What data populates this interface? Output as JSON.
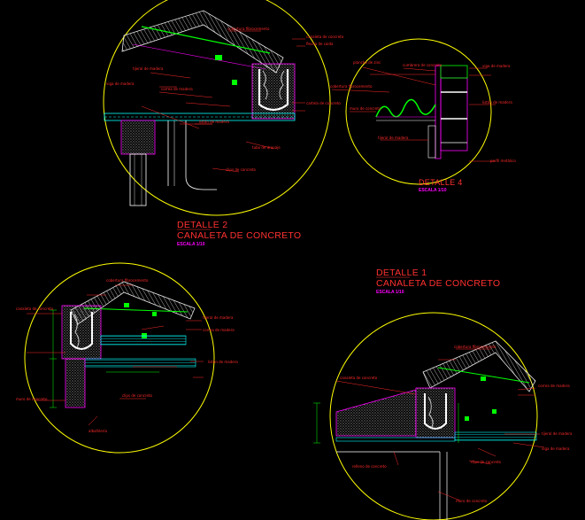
{
  "colors": {
    "background": "#000000",
    "circle": "#ffff00",
    "text": "#ff2a2a",
    "roof": "#e0e0e0",
    "concrete": "#ff00ff",
    "gutter": "#ffffff",
    "green": "#00ff00",
    "cyan": "#00ffff"
  },
  "details": [
    {
      "id": "detalle-2",
      "title": "DETALLE 2",
      "subtitle": "CANALETA DE CONCRETO",
      "scale": "ESCALA 1/10"
    },
    {
      "id": "detalle-4",
      "title": "DETALLE 4",
      "subtitle": "",
      "scale": "ESCALA 1/10"
    },
    {
      "id": "detalle-1",
      "title": "DETALLE 1",
      "subtitle": "CANALETA DE CONCRETO",
      "scale": "ESCALA 1/10"
    }
  ],
  "labels": {
    "d2": [
      "cobertura fibrocemento",
      "canaleta de concreto",
      "flecha de caida",
      "tijeral de madera",
      "viga de madera",
      "correa de madera",
      "cartela de concreto",
      "tubo de drenaje",
      "clips de concreto",
      "listón de madera"
    ],
    "d4": [
      "plancha de zinc",
      "cumbrera de concreto",
      "viga de madera",
      "cobertura fibrocemento",
      "listón de madera",
      "muro de concreto",
      "tijeral de madera",
      "perfil metálico"
    ],
    "d3": [
      "cobertura fibrocemento",
      "canaleta de concreto",
      "tijeral de madera",
      "correa de madera",
      "listón de madera",
      "clips de concreto",
      "muro de concreto",
      "albañilería"
    ],
    "d1": [
      "cobertura fibrocemento",
      "canaleta de concreto",
      "correa de madera",
      "tijeral de madera",
      "viga de madera",
      "clips de concreto",
      "relleno de concreto",
      "muro de concreto"
    ]
  }
}
